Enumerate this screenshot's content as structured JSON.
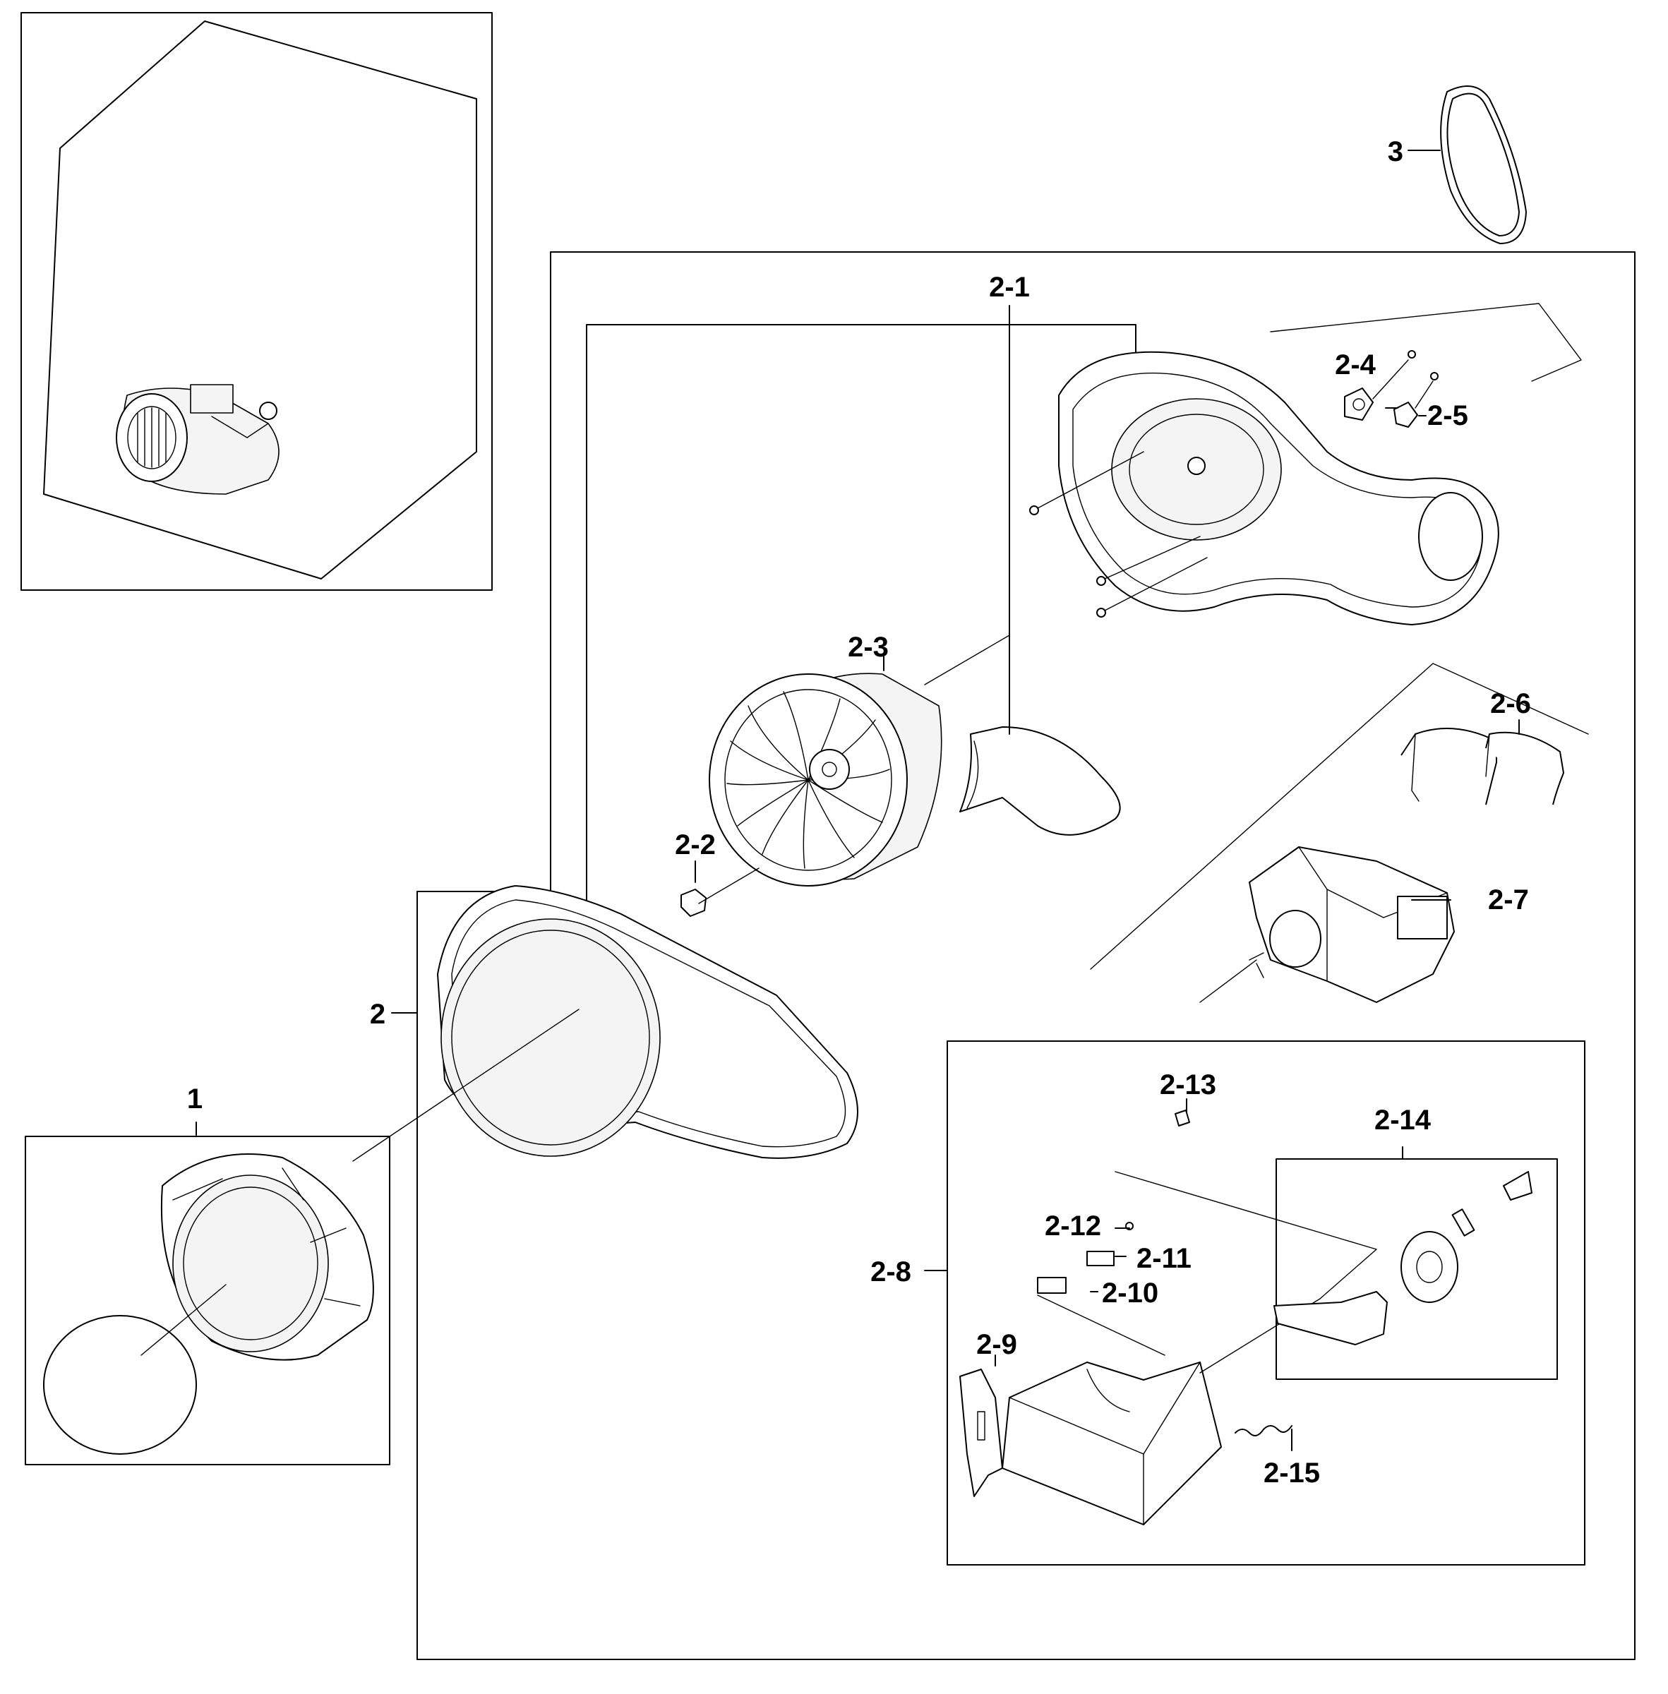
{
  "callouts": [
    {
      "id": "3",
      "text": "3"
    },
    {
      "id": "2-1",
      "text": "2-1"
    },
    {
      "id": "2-4",
      "text": "2-4"
    },
    {
      "id": "2-5",
      "text": "2-5"
    },
    {
      "id": "2-3",
      "text": "2-3"
    },
    {
      "id": "2-6",
      "text": "2-6"
    },
    {
      "id": "2-2",
      "text": "2-2"
    },
    {
      "id": "2-7",
      "text": "2-7"
    },
    {
      "id": "2",
      "text": "2"
    },
    {
      "id": "1",
      "text": "1"
    },
    {
      "id": "2-13",
      "text": "2-13"
    },
    {
      "id": "2-14",
      "text": "2-14"
    },
    {
      "id": "2-12",
      "text": "2-12"
    },
    {
      "id": "2-11",
      "text": "2-11"
    },
    {
      "id": "2-8",
      "text": "2-8"
    },
    {
      "id": "2-10",
      "text": "2-10"
    },
    {
      "id": "2-9",
      "text": "2-9"
    },
    {
      "id": "2-15",
      "text": "2-15"
    }
  ]
}
